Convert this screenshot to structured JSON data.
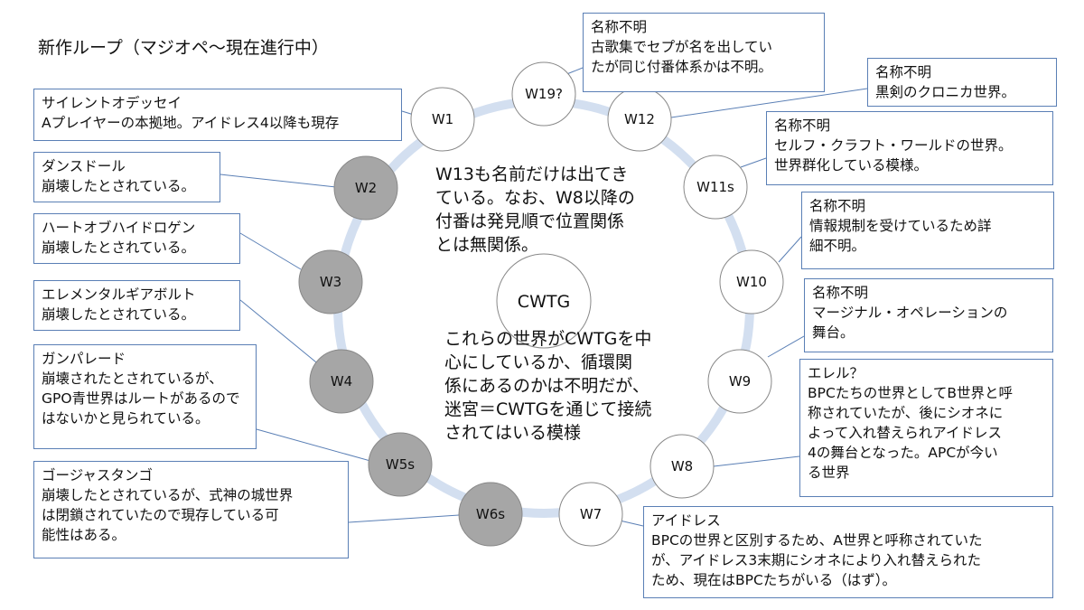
{
  "title": "新作ループ（マジオペ～現在進行中）",
  "center_label": "CWTG",
  "note_top": [
    "W13も名前だけは出てき",
    "ている。なお、W8以降の",
    "付番は発見順で位置関係",
    "とは無関係。"
  ],
  "note_bottom": [
    "これらの世界がCWTGを中",
    "心にしているか、循環関",
    "係にあるのかは不明だが、",
    "迷宮＝CWTGを通じて接続",
    "されてはいる模様"
  ],
  "nodes": [
    {
      "id": "w19",
      "label": "W19?",
      "style": "white"
    },
    {
      "id": "w1",
      "label": "W1",
      "style": "white"
    },
    {
      "id": "w12",
      "label": "W12",
      "style": "white"
    },
    {
      "id": "w2",
      "label": "W2",
      "style": "gray"
    },
    {
      "id": "w11s",
      "label": "W11s",
      "style": "white"
    },
    {
      "id": "w3",
      "label": "W3",
      "style": "gray"
    },
    {
      "id": "w10",
      "label": "W10",
      "style": "white"
    },
    {
      "id": "w4",
      "label": "W4",
      "style": "gray"
    },
    {
      "id": "w9",
      "label": "W9",
      "style": "white"
    },
    {
      "id": "w5s",
      "label": "W5s",
      "style": "gray"
    },
    {
      "id": "w8",
      "label": "W8",
      "style": "white"
    },
    {
      "id": "w6s",
      "label": "W6s",
      "style": "gray"
    },
    {
      "id": "w7",
      "label": "W7",
      "style": "white"
    }
  ],
  "boxes": [
    {
      "id": "w19",
      "lines": [
        "名称不明",
        "古歌集でセプが名を出してい",
        "たが同じ付番体系かは不明。"
      ]
    },
    {
      "id": "w12",
      "lines": [
        "名称不明",
        "黒剣のクロニカ世界。"
      ]
    },
    {
      "id": "w11s",
      "lines": [
        "名称不明",
        "セルフ・クラフト・ワールドの世界。",
        "世界群化している模様。"
      ]
    },
    {
      "id": "w10",
      "lines": [
        "名称不明",
        "情報規制を受けているため詳",
        "細不明。"
      ]
    },
    {
      "id": "w9",
      "lines": [
        "名称不明",
        "マージナル・オペレーションの",
        "舞台。"
      ]
    },
    {
      "id": "w8",
      "lines": [
        "エレル？",
        "BPCたちの世界としてB世界と呼",
        "称されていたが、後にシオネに",
        "よって入れ替えられアイドレス",
        "4の舞台となった。APCが今い",
        "る世界"
      ]
    },
    {
      "id": "w7",
      "lines": [
        "アイドレス",
        "BPCの世界と区別するため、A世界と呼称されていた",
        "が、アイドレス3末期にシオネにより入れ替えられた",
        "ため、現在はBPCたちがいる（はず）。"
      ]
    },
    {
      "id": "w1",
      "lines": [
        "サイレントオデッセイ",
        "Aプレイヤーの本拠地。アイドレス4以降も現存"
      ]
    },
    {
      "id": "w2",
      "lines": [
        "ダンスドール",
        "崩壊したとされている。"
      ]
    },
    {
      "id": "w3",
      "lines": [
        "ハートオブハイドロゲン",
        "崩壊したとされている。"
      ]
    },
    {
      "id": "w4",
      "lines": [
        "エレメンタルギアボルト",
        "崩壊したとされている。"
      ]
    },
    {
      "id": "w5s",
      "lines": [
        "ガンパレード",
        "崩壊されたとされているが、",
        "GPO青世界はルートがあるので",
        "はないかと見られている。"
      ]
    },
    {
      "id": "w6s",
      "lines": [
        "ゴージャスタンゴ",
        "崩壊したとされているが、式神の城世界",
        "は閉鎖されていたので現存している可",
        "能性はある。"
      ]
    }
  ],
  "colors": {
    "ring": "#d3dff0",
    "gray_fill": "#a6a6a6",
    "white_fill": "#ffffff",
    "border": "#5a7fb5",
    "node_stroke": "#888888"
  }
}
